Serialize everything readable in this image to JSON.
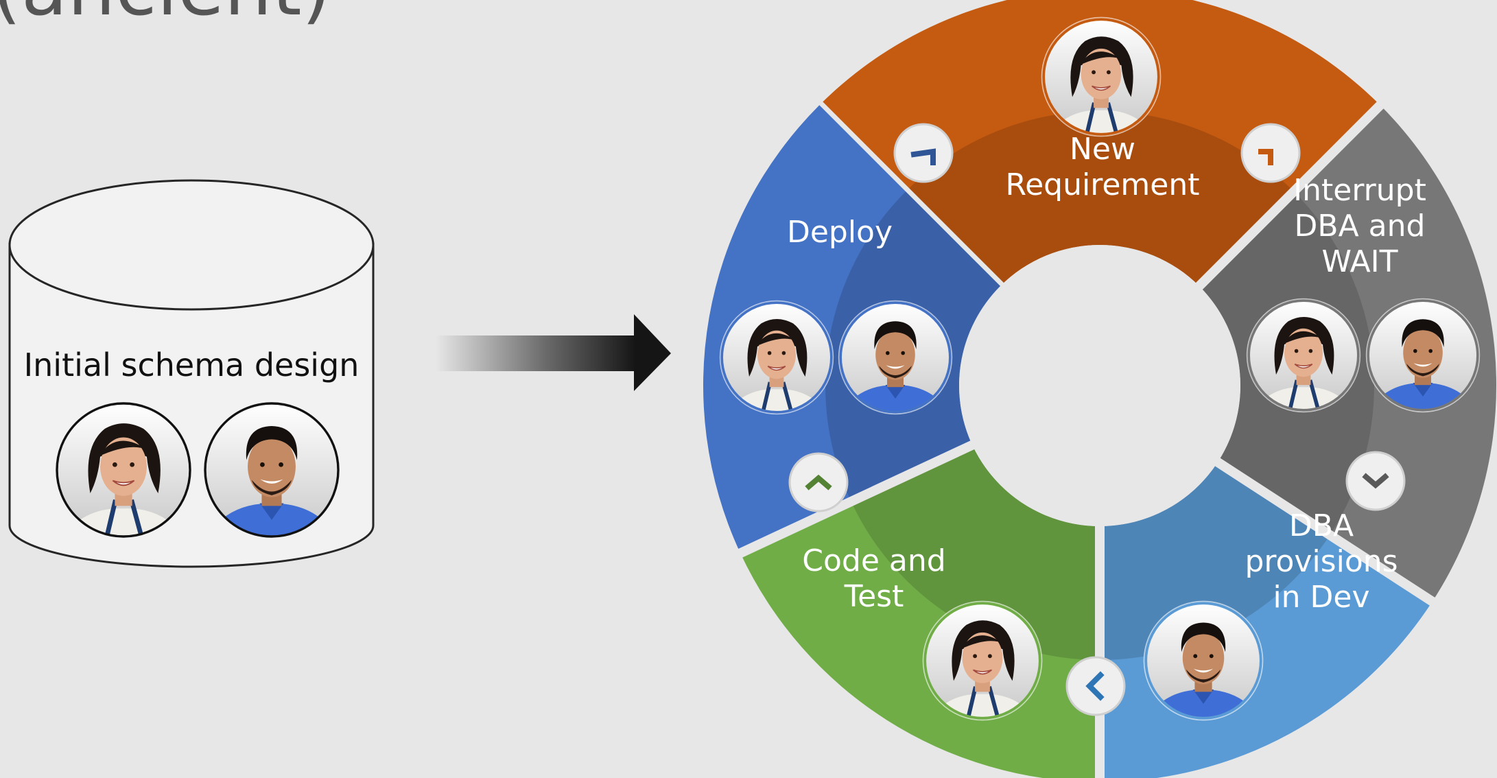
{
  "slide": {
    "title": "(ancient)"
  },
  "database": {
    "label": "Initial schema design",
    "avatars": [
      {
        "icon": "woman-avatar-icon"
      },
      {
        "icon": "man-avatar-icon"
      }
    ]
  },
  "cycle": {
    "segments": [
      {
        "id": "new-requirement",
        "lines": [
          "New",
          "Requirement"
        ],
        "color": "#c55a11",
        "avatars": [
          "woman"
        ]
      },
      {
        "id": "interrupt-dba",
        "lines": [
          "Interrupt",
          "DBA and",
          "WAIT"
        ],
        "color": "#777777",
        "avatars": [
          "woman",
          "man"
        ]
      },
      {
        "id": "dba-provisions",
        "lines": [
          "DBA",
          "provisions",
          "in Dev"
        ],
        "color": "#5b9bd5",
        "avatars": [
          "man"
        ]
      },
      {
        "id": "code-and-test",
        "lines": [
          "Code and",
          "Test"
        ],
        "color": "#70ad47",
        "avatars": [
          "woman"
        ]
      },
      {
        "id": "deploy",
        "lines": [
          "Deploy"
        ],
        "color": "#4472c4",
        "avatars": [
          "woman",
          "man"
        ]
      }
    ],
    "connectors": [
      {
        "icon": "chevron-right-icon",
        "color": "#c55a11"
      },
      {
        "icon": "chevron-down-icon",
        "color": "#595959"
      },
      {
        "icon": "chevron-left-icon",
        "color": "#2e75b6"
      },
      {
        "icon": "chevron-up-icon",
        "color": "#548235"
      },
      {
        "icon": "chevron-up-right-icon",
        "color": "#2f5597"
      }
    ]
  },
  "arrow": {
    "icon": "right-arrow-icon"
  }
}
